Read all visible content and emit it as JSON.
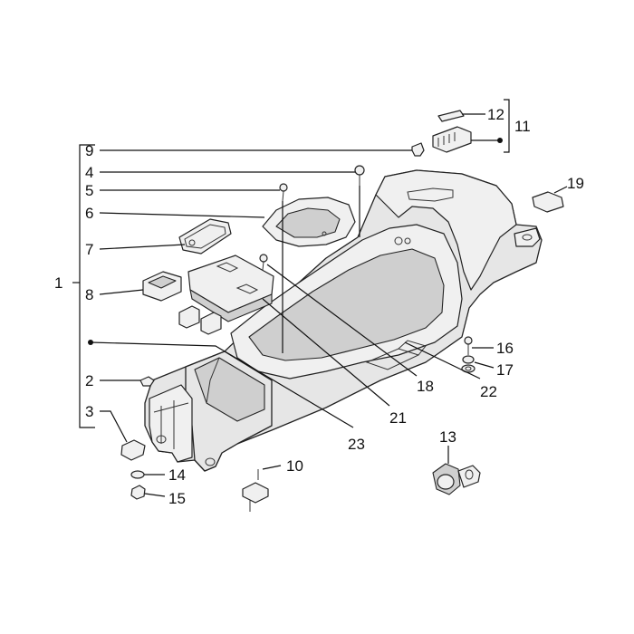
{
  "callouts": [
    {
      "id": "c1",
      "label": "1"
    },
    {
      "id": "c2",
      "label": "2"
    },
    {
      "id": "c3",
      "label": "3"
    },
    {
      "id": "c4",
      "label": "4"
    },
    {
      "id": "c5",
      "label": "5"
    },
    {
      "id": "c6",
      "label": "6"
    },
    {
      "id": "c7",
      "label": "7"
    },
    {
      "id": "c8",
      "label": "8"
    },
    {
      "id": "c9",
      "label": "9"
    },
    {
      "id": "c10",
      "label": "10"
    },
    {
      "id": "c11",
      "label": "11"
    },
    {
      "id": "c12",
      "label": "12"
    },
    {
      "id": "c13",
      "label": "13"
    },
    {
      "id": "c14",
      "label": "14"
    },
    {
      "id": "c15",
      "label": "15"
    },
    {
      "id": "c16",
      "label": "16"
    },
    {
      "id": "c17",
      "label": "17"
    },
    {
      "id": "c18",
      "label": "18"
    },
    {
      "id": "c19",
      "label": "19"
    },
    {
      "id": "c21",
      "label": "21"
    },
    {
      "id": "c22",
      "label": "22"
    },
    {
      "id": "c23",
      "label": "23"
    }
  ]
}
